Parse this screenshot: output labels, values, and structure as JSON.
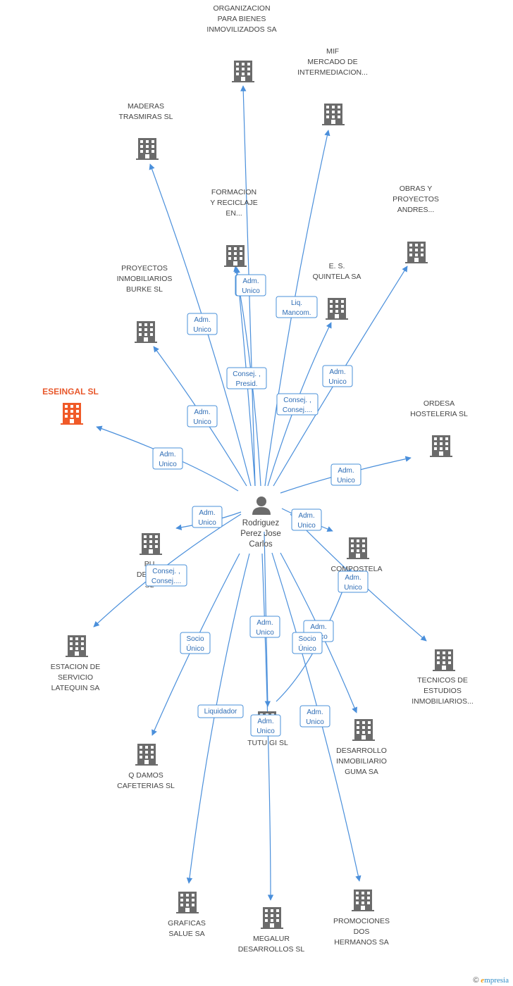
{
  "colors": {
    "edge": "#4a8fdb",
    "label_border": "#4a90d9",
    "label_text": "#2f6db5",
    "building": "#6b6b6b",
    "focus_building": "#f05a28",
    "person": "#6b6b6b"
  },
  "center": {
    "icon": "person-icon",
    "lines": [
      "Rodriguez",
      "Perez Jose",
      "Carlos"
    ]
  },
  "nodes": [
    {
      "id": "organizacion",
      "lines": [
        "ORGANIZACION",
        "PARA BIENES",
        "INMOVILIZADOS SA"
      ],
      "icon": "building-icon"
    },
    {
      "id": "mif",
      "lines": [
        "MIF",
        "MERCADO DE",
        "INTERMEDIACION..."
      ],
      "icon": "building-icon"
    },
    {
      "id": "maderas",
      "lines": [
        "MADERAS",
        "TRASMIRAS SL"
      ],
      "icon": "building-icon"
    },
    {
      "id": "formacion",
      "lines": [
        "FORMACION",
        "Y RECICLAJE",
        "EN..."
      ],
      "icon": "building-icon"
    },
    {
      "id": "obras",
      "lines": [
        "OBRAS Y",
        "PROYECTOS",
        "ANDRES..."
      ],
      "icon": "building-icon"
    },
    {
      "id": "es-quintela",
      "lines": [
        "E.  S.",
        "QUINTELA SA"
      ],
      "icon": "building-icon"
    },
    {
      "id": "burke",
      "lines": [
        "PROYECTOS",
        "INMOBILIARIOS",
        "BURKE SL"
      ],
      "icon": "building-icon"
    },
    {
      "id": "eseingal",
      "lines": [
        "ESEINGAL SL"
      ],
      "icon": "building-icon",
      "focus": true
    },
    {
      "id": "ordesa",
      "lines": [
        "ORDESA",
        "HOSTELERIA  SL"
      ],
      "icon": "building-icon"
    },
    {
      "id": "pu-desar",
      "lines": [
        "PU",
        "DESAR",
        "SL"
      ],
      "icon": "building-icon"
    },
    {
      "id": "compostela",
      "lines": [
        "COMPOSTELA",
        "NO      SL"
      ],
      "icon": "building-icon"
    },
    {
      "id": "estacion",
      "lines": [
        "ESTACION DE",
        "SERVICIO",
        "LATEQUIN SA"
      ],
      "icon": "building-icon"
    },
    {
      "id": "tecnicos",
      "lines": [
        "TECNICOS DE",
        "ESTUDIOS",
        "INMOBILIARIOS..."
      ],
      "icon": "building-icon"
    },
    {
      "id": "tutugi",
      "lines": [
        "TUTU GI  SL"
      ],
      "icon": "building-icon"
    },
    {
      "id": "guma",
      "lines": [
        "DESARROLLO",
        "INMOBILIARIO",
        "GUMA SA"
      ],
      "icon": "building-icon"
    },
    {
      "id": "qdamos",
      "lines": [
        "Q DAMOS",
        "CAFETERIAS SL"
      ],
      "icon": "building-icon"
    },
    {
      "id": "graficas",
      "lines": [
        "GRAFICAS",
        "SALUE SA"
      ],
      "icon": "building-icon"
    },
    {
      "id": "megalur",
      "lines": [
        "MEGALUR",
        "DESARROLLOS SL"
      ],
      "icon": "building-icon"
    },
    {
      "id": "promociones",
      "lines": [
        "PROMOCIONES",
        "DOS",
        "HERMANOS SA"
      ],
      "icon": "building-icon"
    }
  ],
  "edges": [
    {
      "to": "organizacion",
      "label": [
        "Adm.",
        "Unico"
      ]
    },
    {
      "to": "mif",
      "label": [
        "Liq.",
        "Mancom."
      ]
    },
    {
      "to": "maderas",
      "label": [
        "Adm.",
        "Unico"
      ]
    },
    {
      "to": "formacion",
      "label": [
        "Consej. ,",
        "Presid."
      ]
    },
    {
      "to": "obras",
      "label": [
        "Adm.",
        "Unico"
      ]
    },
    {
      "to": "es-quintela",
      "label": [
        "Consej. ,",
        "Consej...."
      ]
    },
    {
      "to": "burke",
      "label": [
        "Adm.",
        "Unico"
      ]
    },
    {
      "to": "eseingal",
      "label": [
        "Adm.",
        "Unico"
      ]
    },
    {
      "to": "ordesa",
      "label": [
        "Adm.",
        "Unico"
      ]
    },
    {
      "to": "pu-desar",
      "label": [
        "Adm.",
        "Unico"
      ]
    },
    {
      "to": "compostela",
      "label": [
        "Adm.",
        "Unico"
      ]
    },
    {
      "to": "estacion",
      "label": [
        "Consej. ,",
        "Consej...."
      ]
    },
    {
      "to": "tecnicos",
      "label": [
        "Adm.",
        "Unico"
      ]
    },
    {
      "to": "tutugi",
      "label": [
        "Adm.",
        "Unico"
      ]
    },
    {
      "to": "guma",
      "label": [
        "Adm.",
        "Unico"
      ]
    },
    {
      "to": "qdamos",
      "label": [
        "Socio",
        "Único"
      ]
    },
    {
      "to": "graficas",
      "label": [
        "Liquidador"
      ]
    },
    {
      "to": "megalur",
      "label": [
        "Adm.",
        "Unico"
      ]
    },
    {
      "to": "promociones",
      "label": [
        "Adm.",
        "Unico"
      ]
    },
    {
      "to": "compostela",
      "label": [
        "Socio",
        "Único"
      ]
    },
    {
      "to": "formacion",
      "label": [
        "Adm.",
        "Unico"
      ]
    }
  ],
  "footer": {
    "copyright_symbol": "©",
    "brand_first": "e",
    "brand_rest": "mpresia"
  }
}
